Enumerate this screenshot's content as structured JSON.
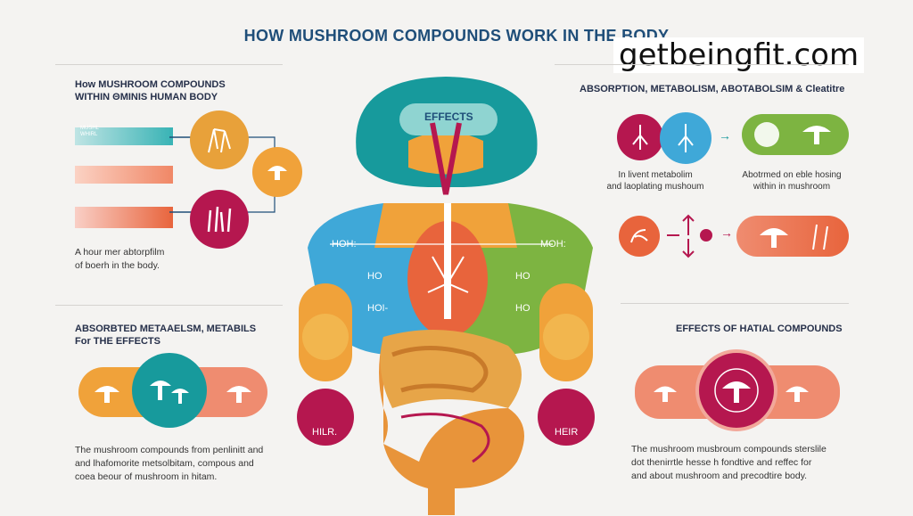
{
  "title": "HOW MUSHROOM COMPOUNDS WORK IN THE BODY",
  "watermark": "getbeingfit.com",
  "left_top": {
    "heading": "How MUSHROOM COMPOUNDS\nWITHIN ΘMINIS HUMAN BODY",
    "arrow1_text": "MUSHL\nWHIRL",
    "note": "A hour mer abtorpfilm\nof boerh in the body."
  },
  "left_bottom": {
    "heading": "ABSORBTED METAAELSM, METABILS\nFor THE EFFECTS",
    "note": "The mushroom compounds from penlinitt and\nand lhafomorite metsolbitam, compous and\ncoea beour of mushroom in hitam."
  },
  "right_top": {
    "heading": "ABSORPTION, METABOLISM, ABOTABOLSIM & Cleatitre",
    "caption_left": "In livent metabolim\nand laoplating mushoum",
    "caption_right": "Abotrmed on eble hosing\nwithin in mushroom"
  },
  "right_bottom": {
    "heading": "EFFECTS OF HATIAL COMPOUNDS",
    "note": "The mushroom musbroum compounds sterslile\ndot thenirrtle hesse h fondtive and reffec for\nand about mushroom and precodtire body."
  },
  "body": {
    "effects_label": "EFFECTS",
    "left_labels": [
      "HOH:",
      "HO",
      "HOI-"
    ],
    "right_labels": [
      "MOH:",
      "HO",
      "HO"
    ],
    "hand_left": "HILR.",
    "hand_right": "HEIR"
  },
  "colors": {
    "title": "#1f4e79",
    "teal": "#179a9c",
    "orange": "#f0a23a",
    "crimson": "#b5174f",
    "coral": "#e8643c",
    "green": "#7db441",
    "blue": "#3fa8d8"
  }
}
